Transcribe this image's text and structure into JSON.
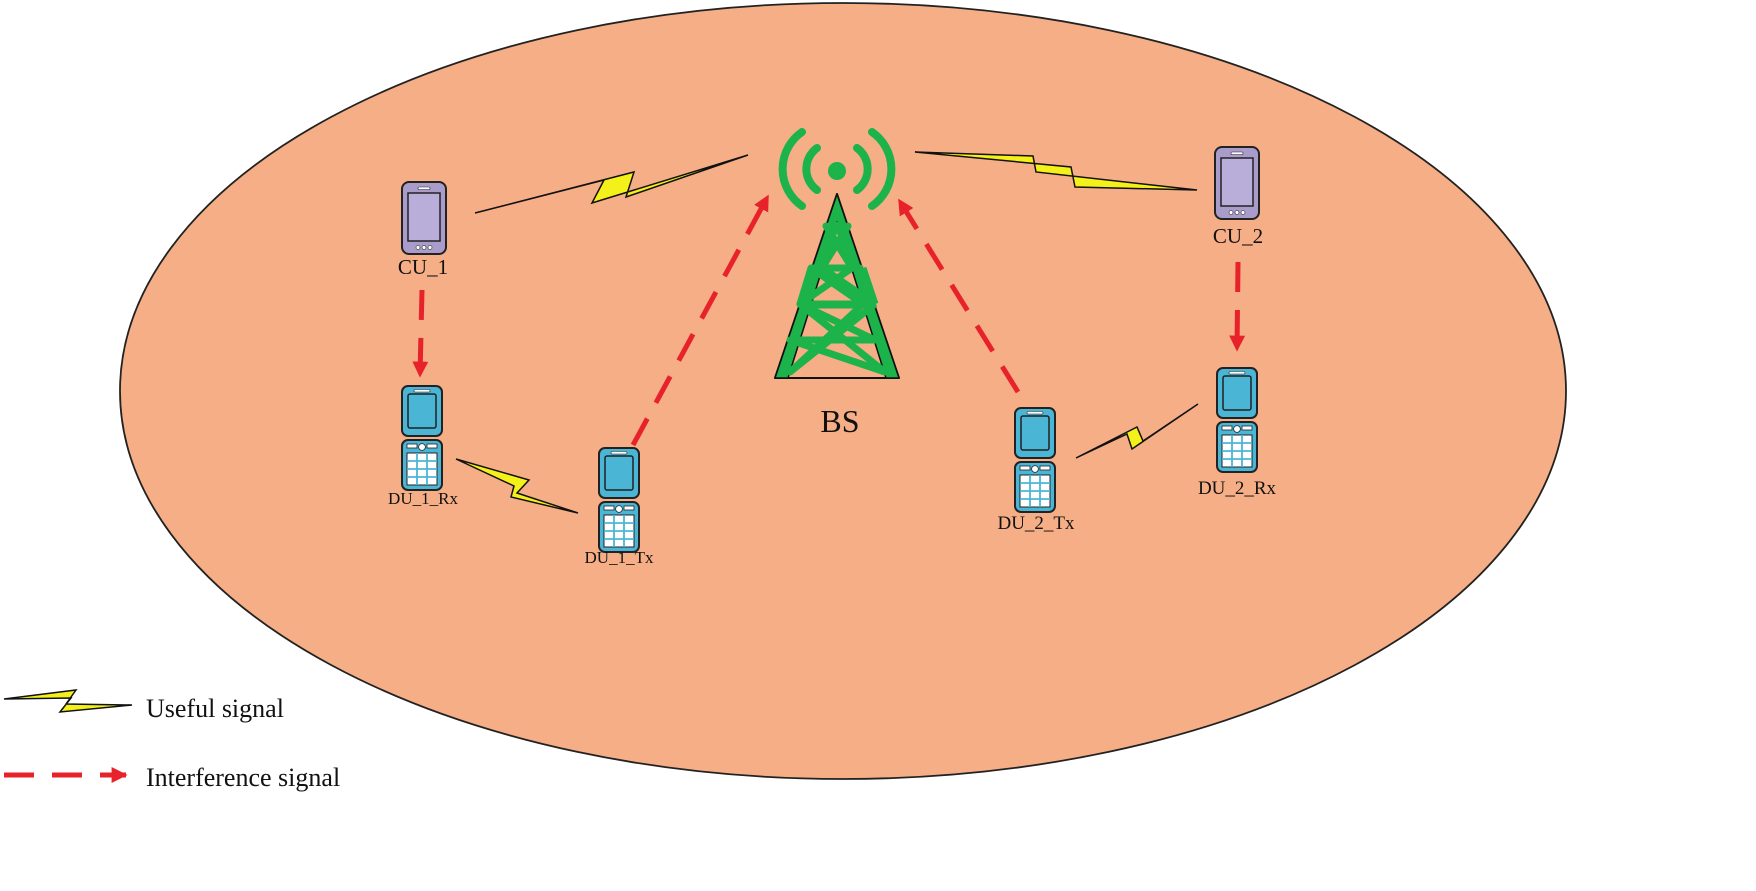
{
  "diagram": {
    "colors": {
      "cell_fill": "#f5ae85",
      "cell_stroke": "#222222",
      "tower": "#1db34b",
      "useful_bolt": "#f4f01a",
      "interference": "#e8222a",
      "cellular_phone": "#a99ccb",
      "d2d_phone": "#4bb5d6"
    },
    "base_station": {
      "label": "BS",
      "icon": "cell-tower-icon"
    },
    "nodes": [
      {
        "id": "cu1",
        "label": "CU_1",
        "icon": "smartphone-icon"
      },
      {
        "id": "cu2",
        "label": "CU_2",
        "icon": "smartphone-icon"
      },
      {
        "id": "du1rx",
        "label": "DU_1_Rx",
        "icon": "flip-phone-icon"
      },
      {
        "id": "du1tx",
        "label": "DU_1_Tx",
        "icon": "flip-phone-icon"
      },
      {
        "id": "du2tx",
        "label": "DU_2_Tx",
        "icon": "flip-phone-icon"
      },
      {
        "id": "du2rx",
        "label": "DU_2_Rx",
        "icon": "flip-phone-icon"
      }
    ],
    "links": [
      {
        "from": "cu1",
        "to": "BS",
        "kind": "useful"
      },
      {
        "from": "cu2",
        "to": "BS",
        "kind": "useful"
      },
      {
        "from": "du1tx",
        "to": "du1rx",
        "kind": "useful"
      },
      {
        "from": "du2tx",
        "to": "du2rx",
        "kind": "useful"
      },
      {
        "from": "cu1",
        "to": "du1rx",
        "kind": "interference"
      },
      {
        "from": "cu2",
        "to": "du2rx",
        "kind": "interference"
      },
      {
        "from": "du1tx",
        "to": "BS",
        "kind": "interference"
      },
      {
        "from": "du2tx",
        "to": "BS",
        "kind": "interference"
      }
    ],
    "legend": {
      "useful": "Useful signal",
      "interference": "Interference signal"
    }
  }
}
